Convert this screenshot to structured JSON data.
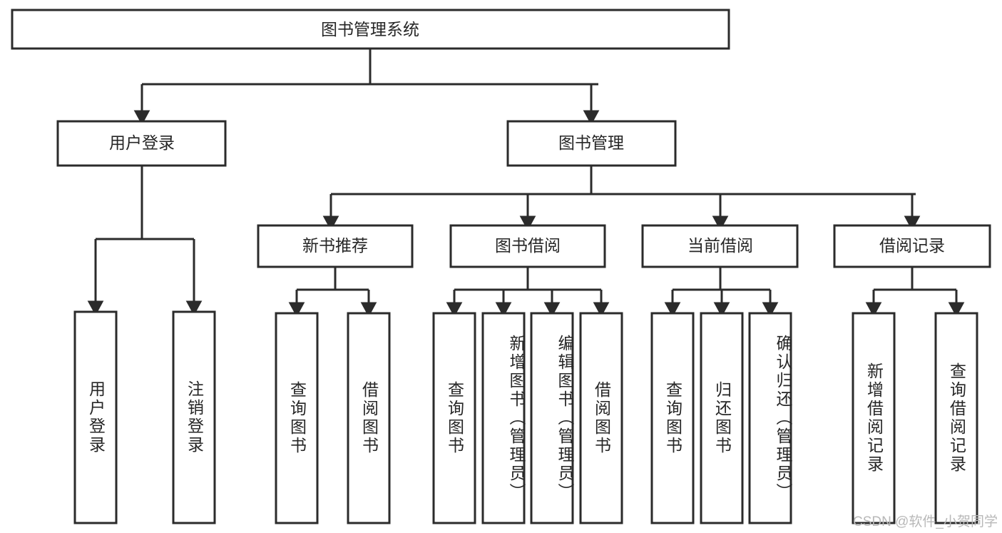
{
  "diagram": {
    "type": "tree-hierarchy",
    "title": "图书管理系统",
    "root": {
      "label": "图书管理系统",
      "orientation": "horizontal"
    },
    "level2": [
      {
        "label": "用户登录",
        "orientation": "horizontal"
      },
      {
        "label": "图书管理",
        "orientation": "horizontal"
      }
    ],
    "level3": [
      {
        "label": "新书推荐",
        "orientation": "horizontal"
      },
      {
        "label": "图书借阅",
        "orientation": "horizontal"
      },
      {
        "label": "当前借阅",
        "orientation": "horizontal"
      },
      {
        "label": "借阅记录",
        "orientation": "horizontal"
      }
    ],
    "leaves": [
      {
        "label": "用户登录",
        "parent": "用户登录",
        "orientation": "vertical"
      },
      {
        "label": "注销登录",
        "parent": "用户登录",
        "orientation": "vertical"
      },
      {
        "label": "查询图书",
        "parent": "新书推荐",
        "orientation": "vertical"
      },
      {
        "label": "借阅图书",
        "parent": "新书推荐",
        "orientation": "vertical"
      },
      {
        "label": "查询图书",
        "parent": "图书借阅",
        "orientation": "vertical"
      },
      {
        "label": "新增图书（管理员）",
        "parent": "图书借阅",
        "orientation": "vertical"
      },
      {
        "label": "编辑图书（管理员）",
        "parent": "图书借阅",
        "orientation": "vertical"
      },
      {
        "label": "借阅图书",
        "parent": "图书借阅",
        "orientation": "vertical"
      },
      {
        "label": "查询图书",
        "parent": "当前借阅",
        "orientation": "vertical"
      },
      {
        "label": "归还图书",
        "parent": "当前借阅",
        "orientation": "vertical"
      },
      {
        "label": "确认归还（管理员）",
        "parent": "当前借阅",
        "orientation": "vertical"
      },
      {
        "label": "新增借阅记录",
        "parent": "借阅记录",
        "orientation": "vertical"
      },
      {
        "label": "查询借阅记录",
        "parent": "借阅记录",
        "orientation": "vertical"
      }
    ],
    "colors": {
      "box_stroke": "#2b2b2b",
      "box_fill": "#ffffff",
      "text": "#262626",
      "background": "#ffffff",
      "watermark": "#b8b8b8"
    }
  },
  "watermark": {
    "text": "CSDN @软件_小贺同学"
  }
}
